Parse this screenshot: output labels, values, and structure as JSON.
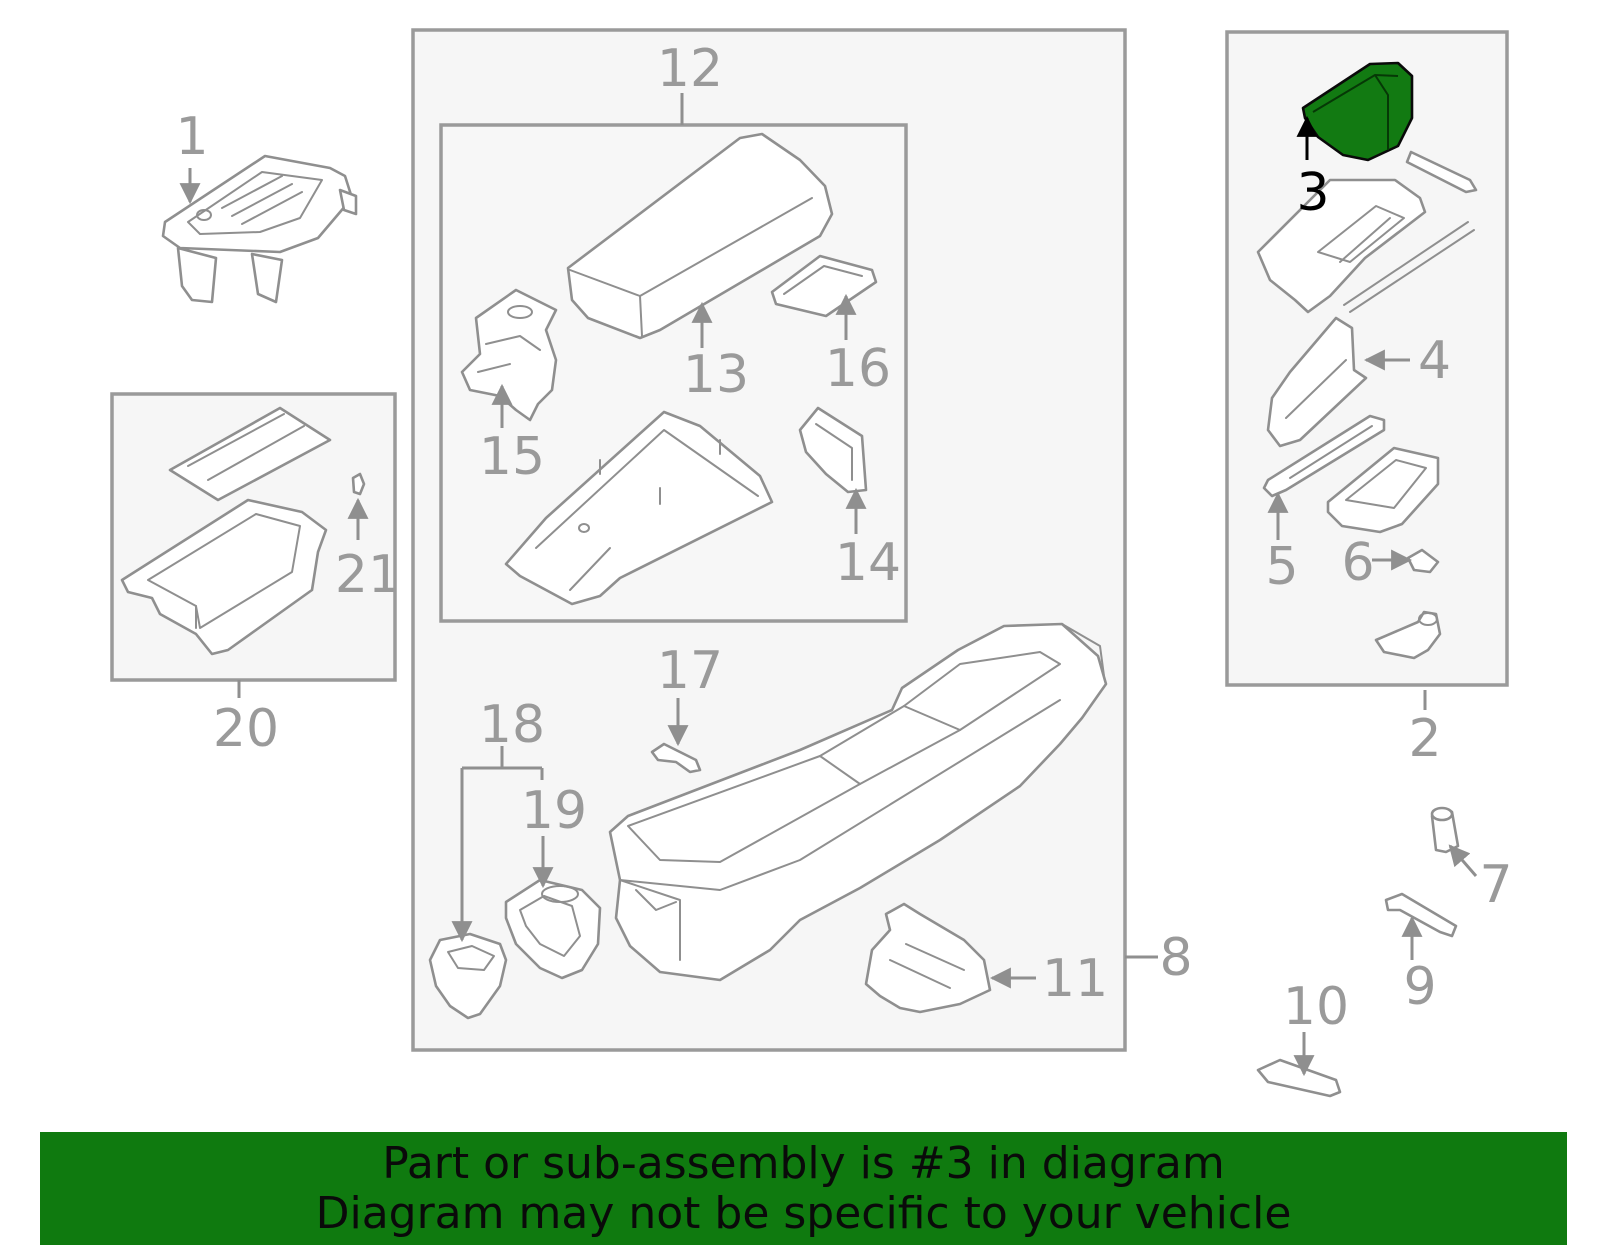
{
  "diagram": {
    "highlighted_part": "3",
    "callouts": [
      "1",
      "2",
      "3",
      "4",
      "5",
      "6",
      "7",
      "8",
      "9",
      "10",
      "11",
      "12",
      "13",
      "14",
      "15",
      "16",
      "17",
      "18",
      "19",
      "20",
      "21"
    ]
  },
  "colors": {
    "highlight": "#127a12",
    "banner": "#0f7a0f",
    "line": "#8f8f8f"
  },
  "banner": {
    "line1": "Part or sub-assembly is #3 in diagram",
    "line2": "Diagram may not be specific to your vehicle"
  }
}
